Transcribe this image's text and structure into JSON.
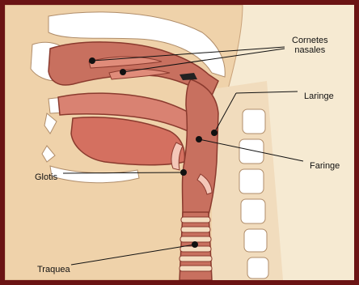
{
  "labels": {
    "cornetes_line1": "Cornetes",
    "cornetes_line2": "nasales",
    "laringe": "Laringe",
    "faringe": "Faringe",
    "glotis": "Glotis",
    "traquea": "Traquea"
  },
  "colors": {
    "frame": "#6b1414",
    "background": "#f6ead2",
    "skin": "#efd2aa",
    "airway": "#c8705f",
    "airway_outline": "#8a3a2e",
    "bone": "#ffffff",
    "label_dot": "#111111"
  }
}
